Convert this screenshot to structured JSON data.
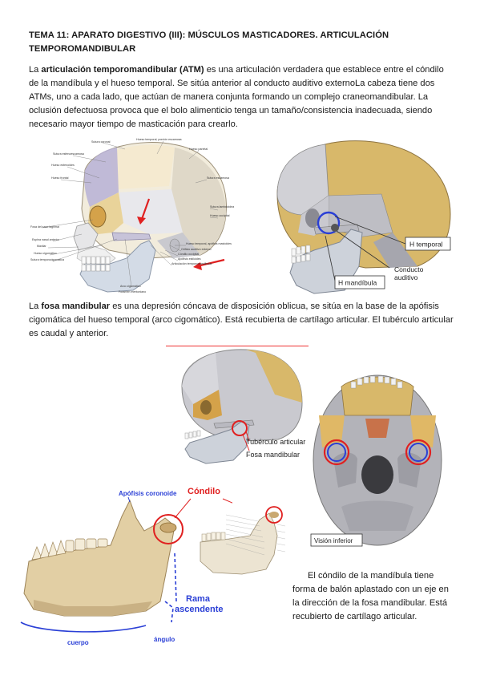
{
  "title": "TEMA 11: APARATO DIGESTIVO (III): MÚSCULOS MASTICADORES. ARTICULACIÓN TEMPOROMANDIBULAR",
  "para1": {
    "t1": "La ",
    "b1": "articulación temporomandibular (ATM)",
    "t2": " es una articulación verdadera que establece entre el cóndilo de la mandíbula y el hueso temporal. Se sitúa anterior al conducto auditivo externoLa cabeza tiene dos ATMs, uno a cada lado, que actúan de manera conjunta formando un complejo craneomandibular. La oclusión defectuosa provoca que el bolo alimenticio tenga un tamaño/consistencia inadecuada, siendo necesario mayor tiempo de masticación para crearlo."
  },
  "para2": {
    "t1": "La ",
    "b1": "fosa mandibular",
    "t2": " es una depresión cóncava de disposición oblicua, se sitúa en la base de la apófisis cigomática del hueso temporal (arco cigomático). Está recubierta de cartílago articular. El tubérculo articular es caudal y anterior."
  },
  "fig_skull_lateral": {
    "labels": {
      "sutura_coronal": "Sutura coronal",
      "hueso_temporal_escamosa": "Hueso temporal, porción escamosa",
      "hueso_parietal": "Hueso parietal",
      "sutura_esfenoescamosa": "Sutura esfenoescamosa",
      "hueso_esfenoides": "Hueso esfenoides",
      "hueso_frontal": "Hueso frontal",
      "sutura_escamosa": "Sutura escamosa",
      "sutura_lambdoidea": "Sutura lambdoidea",
      "hueso_occipital": "Hueso occipital",
      "fosa_saco_lagrimal": "Fosa del saco lagrimal",
      "espina_nasal": "Espina nasal anterior",
      "maxilar": "Maxilar",
      "hueso_cigomatico": "Hueso cigomático",
      "sutura_temporocigomatica": "Sutura temporocigomática",
      "apofisis_mastoides": "Hueso temporal, apófisis mastoides",
      "orificio_auditivo": "Orificio auditivo externo",
      "condilo_occipital": "Cóndilo occipital",
      "apofisis_estiloides": "Apófisis estiloides",
      "articulacion_tm": "Articulación temporomandibular",
      "arco_cigomatico": "Arco cigomático",
      "foramen_mentoniano": "Foramen mentoniano"
    }
  },
  "fig_skull_atm": {
    "label_temporal": "H temporal",
    "label_conducto_1": "Conducto",
    "label_conducto_2": "auditivo",
    "label_mandibula": "H mandíbula"
  },
  "fig_skull_tuberculo": {
    "label_tuberculo": "Tubérculo articular",
    "label_fosa": "Fosa mandibular"
  },
  "fig_base_craneo": {
    "label": "Visión inferior"
  },
  "fig_mandibula": {
    "label_apofisis": "Apófisis coronoide",
    "label_condilo": "Cóndilo",
    "label_rama_1": "Rama",
    "label_rama_2": "ascendente",
    "label_cuerpo": "cuerpo",
    "label_angulo": "ángulo"
  },
  "caption": "El cóndilo de la mandíbula tiene forma de balón aplastado con un eje en la dirección de la fosa mandibular. Está recubierto de cartílago articular.",
  "colors": {
    "accent_red": "#e02020",
    "accent_blue": "#2a3fd6",
    "bone": "#e9dcc2",
    "bone_shadow": "#b9a889",
    "skull_grey": "#c9c9cf"
  }
}
